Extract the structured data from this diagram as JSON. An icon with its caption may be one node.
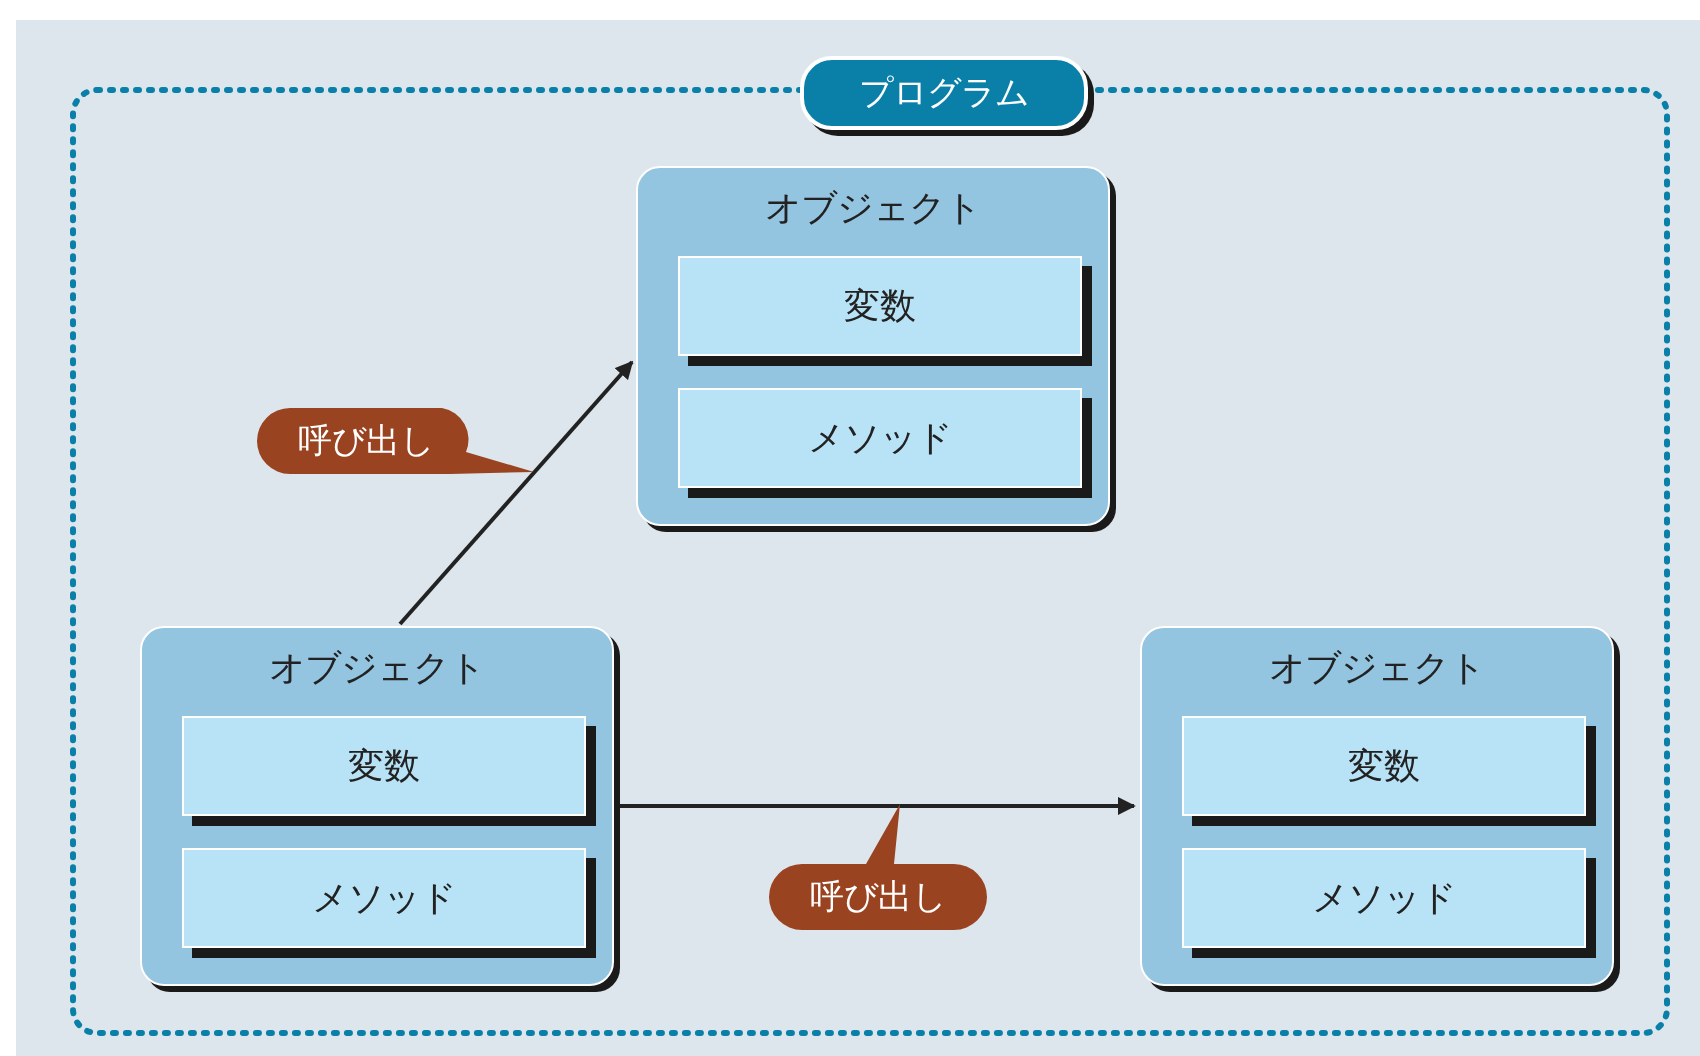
{
  "diagram": {
    "nodes": [
      {
        "text": [
          "プログラム"
        ]
      },
      {
        "text": [
          "オブジェクト"
        ],
        "in": 0
      },
      {
        "text": [
          "変数"
        ],
        "in": 1
      },
      {
        "text": [
          "メソッド"
        ],
        "in": 1
      },
      {
        "text": [
          "オブジェクト"
        ],
        "in": 0
      },
      {
        "text": [
          "変数"
        ],
        "in": 4
      },
      {
        "text": [
          "メソッド"
        ],
        "in": 4
      },
      {
        "text": [
          "オブジェクト"
        ],
        "in": 0
      },
      {
        "text": [
          "変数"
        ],
        "in": 7
      },
      {
        "text": [
          "メソッド"
        ],
        "in": 7
      }
    ],
    "edges": [
      {
        "from": 4,
        "to": 1,
        "arrow": "to",
        "label": "呼び出し"
      },
      {
        "from": 4,
        "to": 7,
        "arrow": "to",
        "label": "呼び出し"
      }
    ]
  }
}
